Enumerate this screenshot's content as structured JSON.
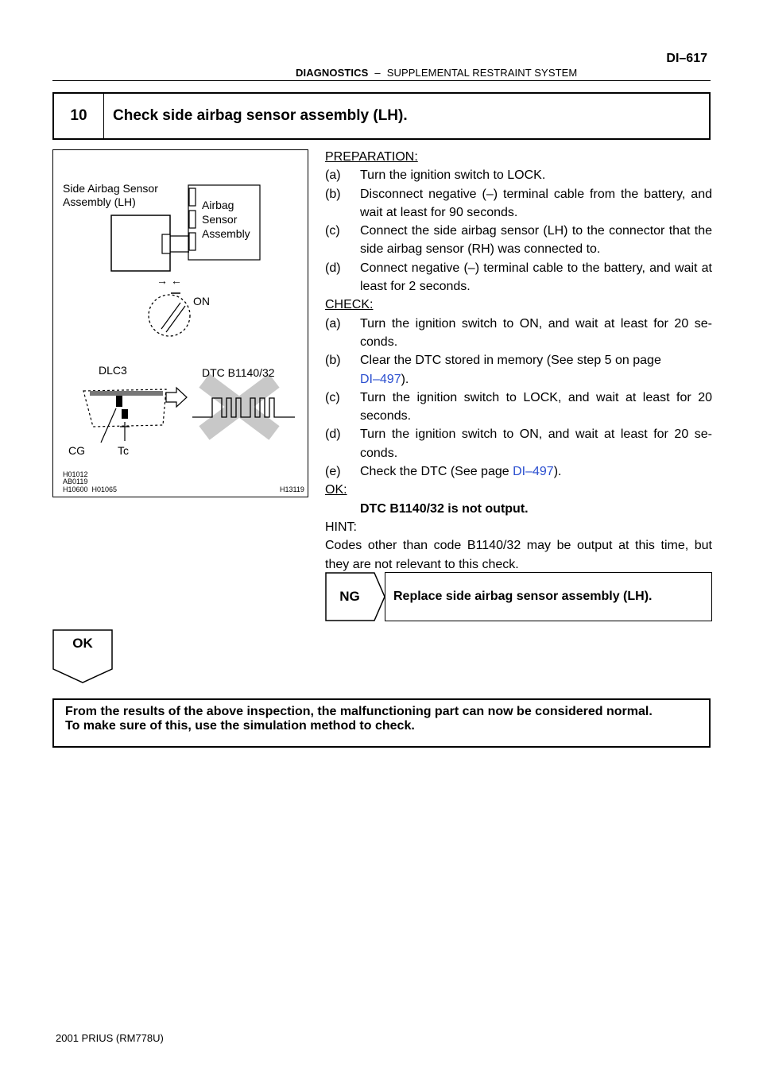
{
  "header": {
    "section_bold": "DIAGNOSTICS",
    "dash": "–",
    "section_sub": "SUPPLEMENTAL RESTRAINT SYSTEM",
    "page_number": "DI–617"
  },
  "step": {
    "number": "10",
    "title": "Check side airbag sensor assembly (LH)."
  },
  "figure": {
    "label_side_sensor_1": "Side Airbag Sensor",
    "label_side_sensor_2": "Assembly (LH)",
    "label_airbag_1": "Airbag",
    "label_airbag_2": "Sensor",
    "label_airbag_3": "Assembly",
    "label_arrows": "→ ←",
    "label_on": "ON",
    "label_dlc3": "DLC3",
    "label_dtc": "DTC B1140/32",
    "label_cg": "CG",
    "label_tc": "Tc",
    "code_1": "H01012",
    "code_2": "AB0119",
    "code_3": "H10600  H01065",
    "code_4": "H13119"
  },
  "preparation": {
    "heading": "PREPARATION:",
    "items": [
      {
        "label": "(a)",
        "text": "Turn the ignition switch to LOCK."
      },
      {
        "label": "(b)",
        "text": "Disconnect negative (–) terminal cable from the battery, and wait at least for 90 seconds."
      },
      {
        "label": "(c)",
        "text": "Connect the side airbag sensor (LH) to the connector that the side airbag sensor (RH) was connected to."
      },
      {
        "label": "(d)",
        "text": "Connect negative (–) terminal cable to the battery, and wait at least for 2 seconds."
      }
    ]
  },
  "check": {
    "heading": "CHECK:",
    "item_a_label": "(a)",
    "item_a_text": "Turn the ignition switch to ON, and wait at least for 20 se- conds.",
    "item_b_label": "(b)",
    "item_b_text": "Clear the DTC stored in memory (See step 5 on page",
    "item_b_link": "DI–497",
    "item_b_end": ").",
    "item_c_label": "(c)",
    "item_c_text": "Turn the ignition switch to LOCK, and wait at least for 20 seconds.",
    "item_d_label": "(d)",
    "item_d_text": "Turn the ignition switch to ON, and wait at least for 20 se- conds.",
    "item_e_label": "(e)",
    "item_e_text": "Check the DTC (See page ",
    "item_e_link": "DI–497",
    "item_e_end": ")."
  },
  "ok_section": {
    "heading": "OK:",
    "result": "DTC B1140/32 is not output."
  },
  "hint": {
    "heading": "HINT:",
    "text": "Codes other than code B1140/32 may be output at this time, but they are not relevant to this check."
  },
  "ng": {
    "label": "NG",
    "result": "Replace side airbag sensor assembly (LH)."
  },
  "ok_flow": {
    "label": "OK"
  },
  "final": {
    "line1": "From the results of the above inspection, the malfunctioning part can now be considered normal.",
    "line2": "To make sure of this, use the simulation method to check."
  },
  "footer": {
    "text": "2001 PRIUS   (RM778U)"
  }
}
